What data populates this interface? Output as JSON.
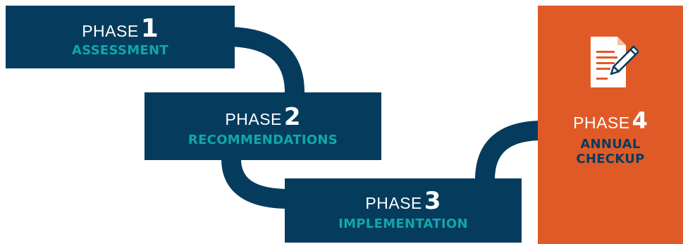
{
  "phases": [
    {
      "label": "PHASE",
      "number": "1",
      "title": "ASSESSMENT"
    },
    {
      "label": "PHASE",
      "number": "2",
      "title": "RECOMMENDATIONS"
    },
    {
      "label": "PHASE",
      "number": "3",
      "title": "IMPLEMENTATION"
    },
    {
      "label": "PHASE",
      "number": "4",
      "title_line1": "ANNUAL",
      "title_line2": "CHECKUP",
      "icon": "document-pen-icon"
    }
  ],
  "colors": {
    "navy": "#053c5e",
    "teal": "#0fa8a8",
    "orange": "#e05a27",
    "white": "#ffffff"
  }
}
